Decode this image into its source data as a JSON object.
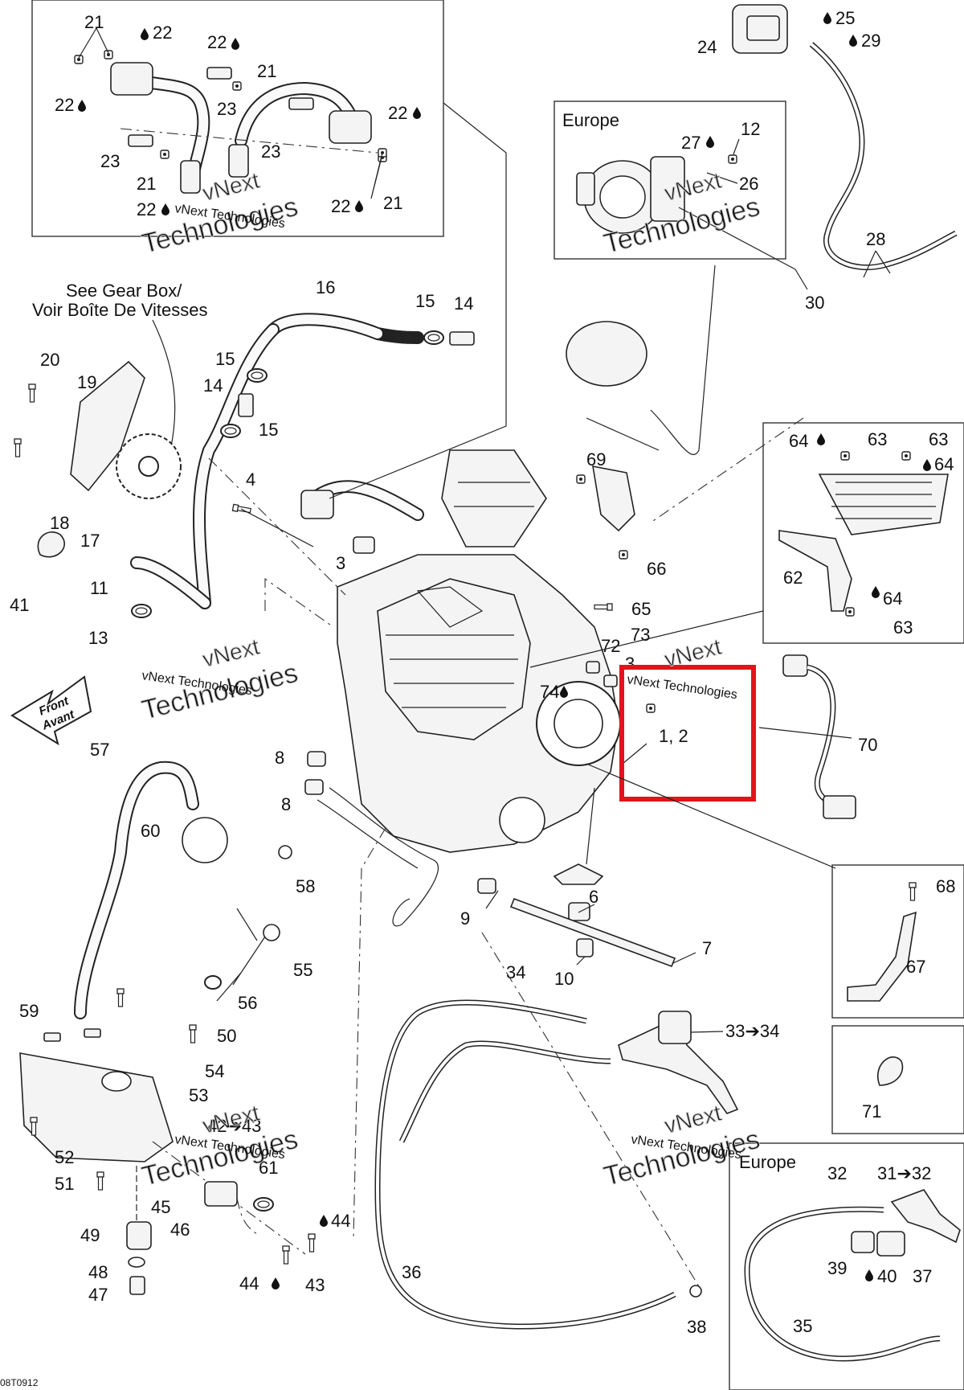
{
  "diagram": {
    "code": "08T0912",
    "watermark": {
      "line1": "vNext",
      "line2": "Technologies",
      "small": "vNext Technologies"
    },
    "insets": {
      "europe_throttle": "Europe",
      "europe_clutch": "Europe",
      "see_gear_box_en": "See Gear Box/",
      "see_gear_box_fr": "Voir Boîte De Vitesses"
    },
    "front_arrow": {
      "en": "Front",
      "fr": "Avant"
    },
    "highlight_color": "#e0141c",
    "callouts": {
      "c1_2": "1, 2",
      "c3a": "3",
      "c3b": "3",
      "c4": "4",
      "c6": "6",
      "c7": "7",
      "c8a": "8",
      "c8b": "8",
      "c9": "9",
      "c10": "10",
      "c11": "11",
      "c13": "13",
      "c14a": "14",
      "c14b": "14",
      "c15a": "15",
      "c15b": "15",
      "c15c": "15",
      "c16": "16",
      "c17": "17",
      "c18": "18",
      "c19": "19",
      "c20": "20",
      "c21a": "21",
      "c21b": "21",
      "c21c": "21",
      "c21d": "21",
      "c22a": "22",
      "c22b": "22",
      "c22c": "22",
      "c22d": "22",
      "c22e": "22",
      "c22f": "22",
      "c23a": "23",
      "c23b": "23",
      "c23c": "23",
      "c24": "24",
      "c25": "25",
      "c26": "26",
      "c27": "27",
      "c28": "28",
      "c29": "29",
      "c30": "30",
      "c31_32": "31➔32",
      "c32": "32",
      "c33_34": "33➔34",
      "c34": "34",
      "c35": "35",
      "c36": "36",
      "c37": "37",
      "c38": "38",
      "c39": "39",
      "c40": "40",
      "c41": "41",
      "c42_43": "42➔43",
      "c43": "43",
      "c44a": "44",
      "c44b": "44",
      "c45": "45",
      "c46": "46",
      "c47": "47",
      "c48": "48",
      "c49": "49",
      "c50": "50",
      "c51": "51",
      "c52": "52",
      "c53": "53",
      "c54": "54",
      "c55": "55",
      "c56": "56",
      "c57": "57",
      "c58": "58",
      "c59": "59",
      "c60": "60",
      "c61": "61",
      "c62": "62",
      "c63a": "63",
      "c63b": "63",
      "c63c": "63",
      "c64a": "64",
      "c64b": "64",
      "c64c": "64",
      "c65": "65",
      "c66": "66",
      "c67": "67",
      "c68": "68",
      "c69": "69",
      "c70": "70",
      "c71": "71",
      "c72": "72",
      "c73": "73",
      "c74": "74",
      "c12": "12"
    }
  }
}
